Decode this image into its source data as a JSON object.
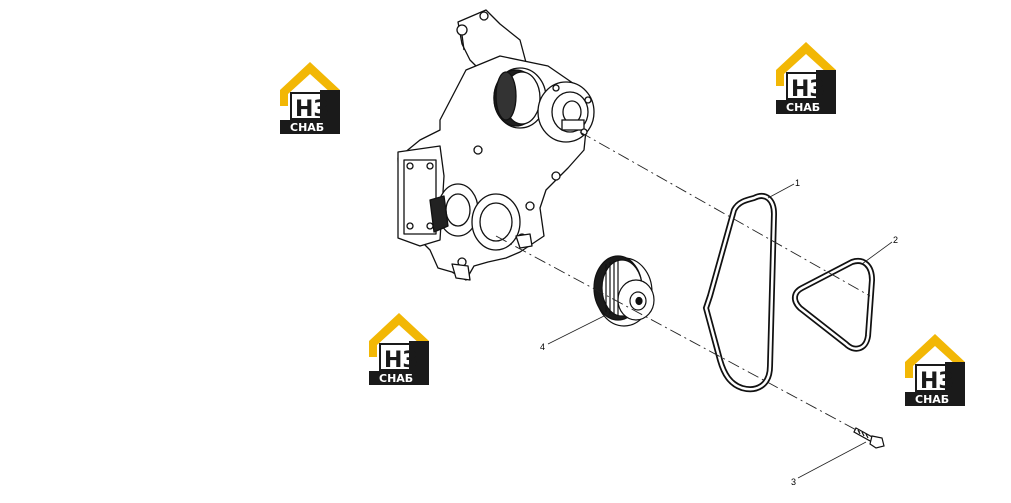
{
  "callouts": [
    {
      "id": "1",
      "label": "1"
    },
    {
      "id": "2",
      "label": "2"
    },
    {
      "id": "3",
      "label": "3"
    },
    {
      "id": "4",
      "label": "4"
    }
  ],
  "watermark": {
    "mark": "НЗ",
    "word": "СНАБ",
    "colors": {
      "roof": "#f2b705",
      "dark": "#1a1a1a",
      "light": "#ffffff"
    }
  }
}
